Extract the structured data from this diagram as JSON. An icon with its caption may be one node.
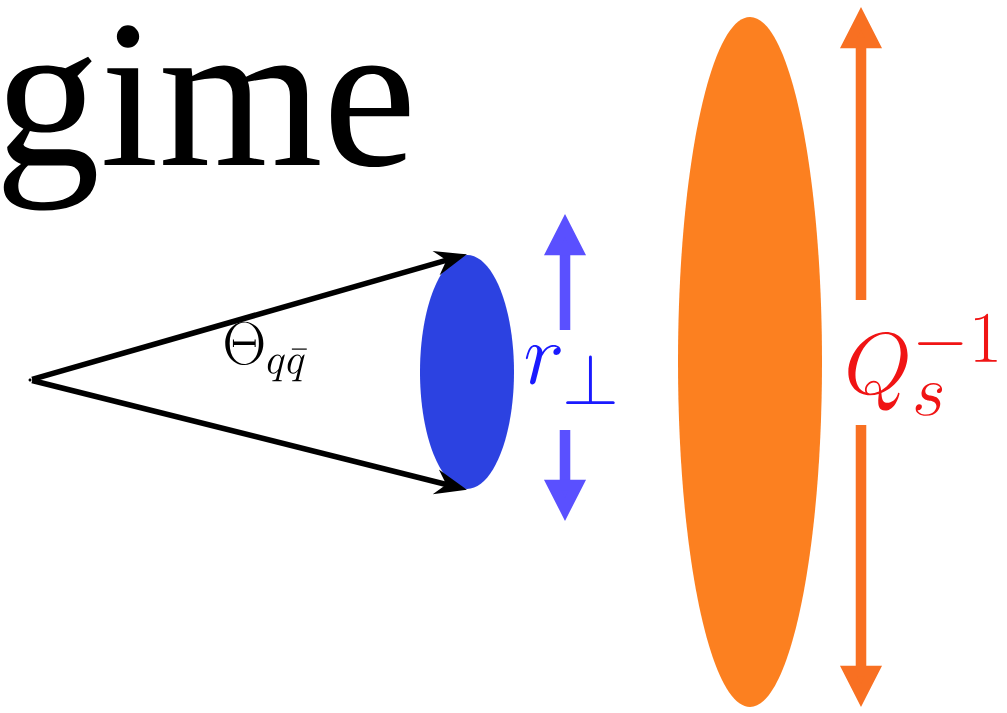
{
  "diagram": {
    "nodes": [
      {
        "text": [],
        "shape": "dot"
      },
      {
        "text": [],
        "shape": "ellipse"
      },
      {
        "text": [],
        "shape": "ellipse"
      }
    ],
    "edges": [
      {
        "from": 0,
        "to": 1,
        "arrow": "to"
      },
      {
        "from": 0,
        "to": 1,
        "arrow": "to"
      }
    ],
    "labels": [
      "gime",
      "\\Theta_{q\\bar{q}}",
      "r_\\perp",
      "Q_s^{-1}"
    ]
  }
}
